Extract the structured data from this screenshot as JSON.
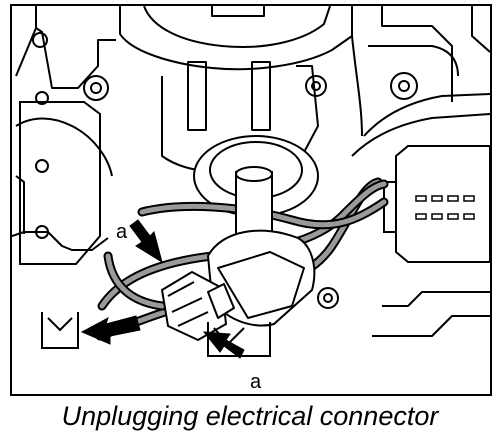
{
  "figure": {
    "caption": "Unplugging electrical connector",
    "callouts": [
      "a",
      "a"
    ]
  },
  "colors": {
    "ink": "#000000",
    "paper": "#ffffff",
    "wire_shade": "#9a9a9a",
    "arrow_fill": "#000000"
  },
  "icons": {
    "arrow": "arrow-icon"
  }
}
